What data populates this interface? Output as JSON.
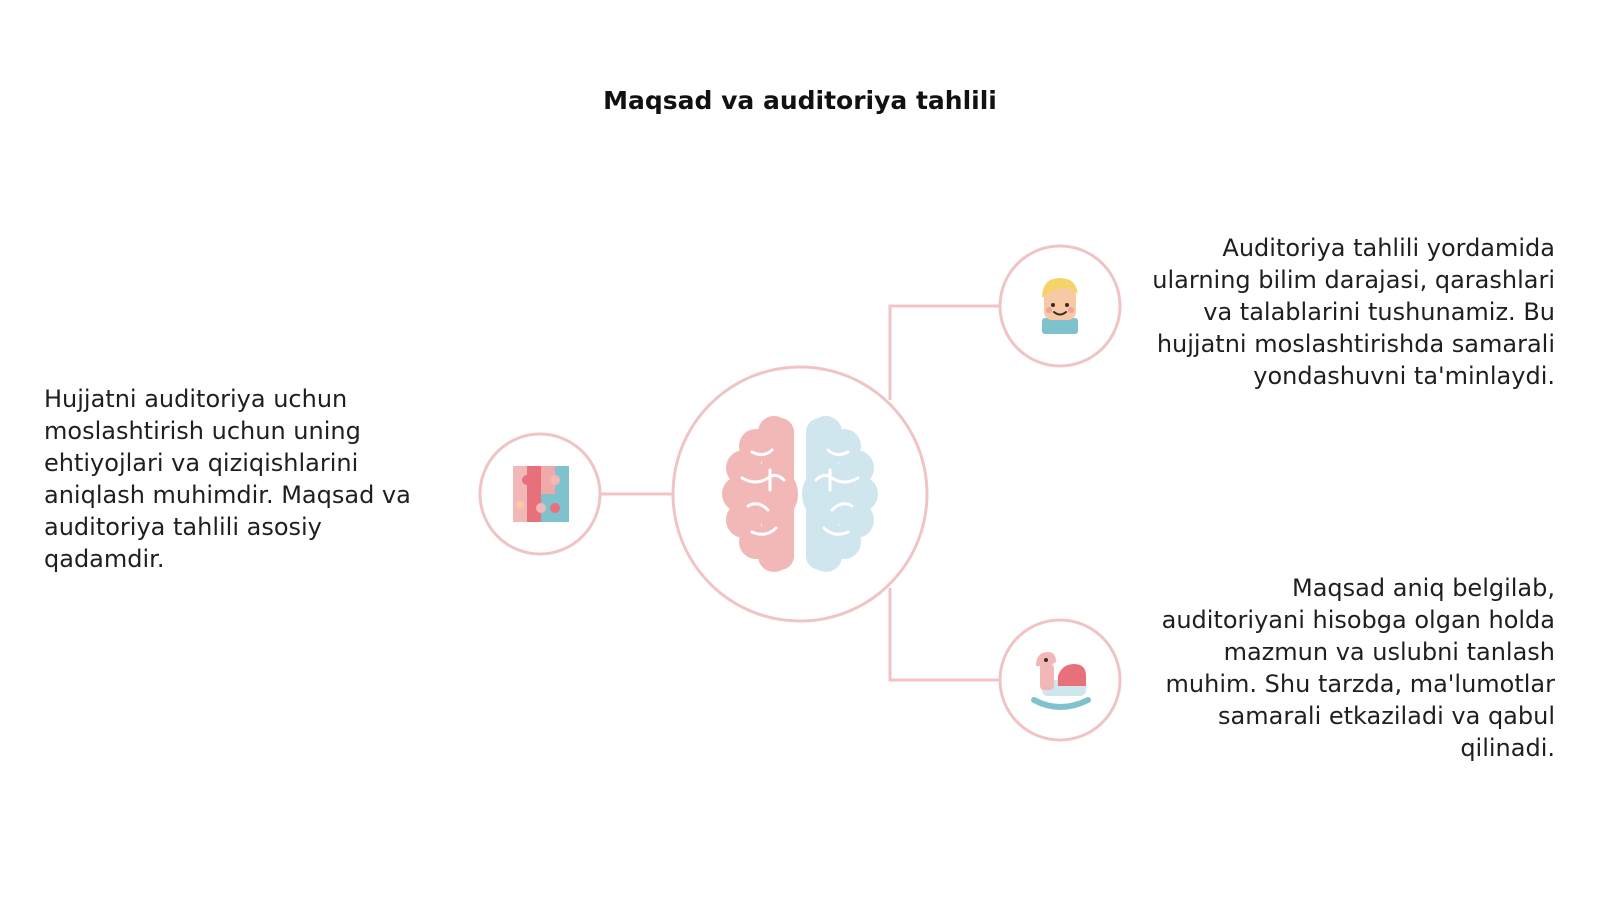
{
  "title": "Maqsad va auditoriya tahlili",
  "nodes": {
    "left": {
      "icon": "puzzle-icon",
      "text": "Hujjatni auditoriya uchun moslashtirish uchun uning ehtiyojlari va qiziqishlarini aniqlash muhimdir. Maqsad va auditoriya tahlili asosiy qadamdir."
    },
    "center": {
      "icon": "brain-icon"
    },
    "top_right": {
      "icon": "person-icon",
      "text": "Auditoriya tahlili yordamida ularning bilim darajasi, qarashlari va talablarini tushunamiz. Bu hujjatni moslashtirishda samarali yondashuvni ta'minlaydi."
    },
    "bottom_right": {
      "icon": "rocking-horse-icon",
      "text": "Maqsad aniq belgilab, auditoriyani hisobga olgan holda mazmun va uslubni tanlash muhim. Shu tarzda, ma'lumotlar samarali etkaziladi va qabul qilinadi."
    }
  },
  "colors": {
    "connector": "#f0c4c4",
    "brain_left": "#f2b8b8",
    "brain_right": "#cfe6ee",
    "accent_teal": "#7fc1cc",
    "accent_red": "#e8707a"
  }
}
